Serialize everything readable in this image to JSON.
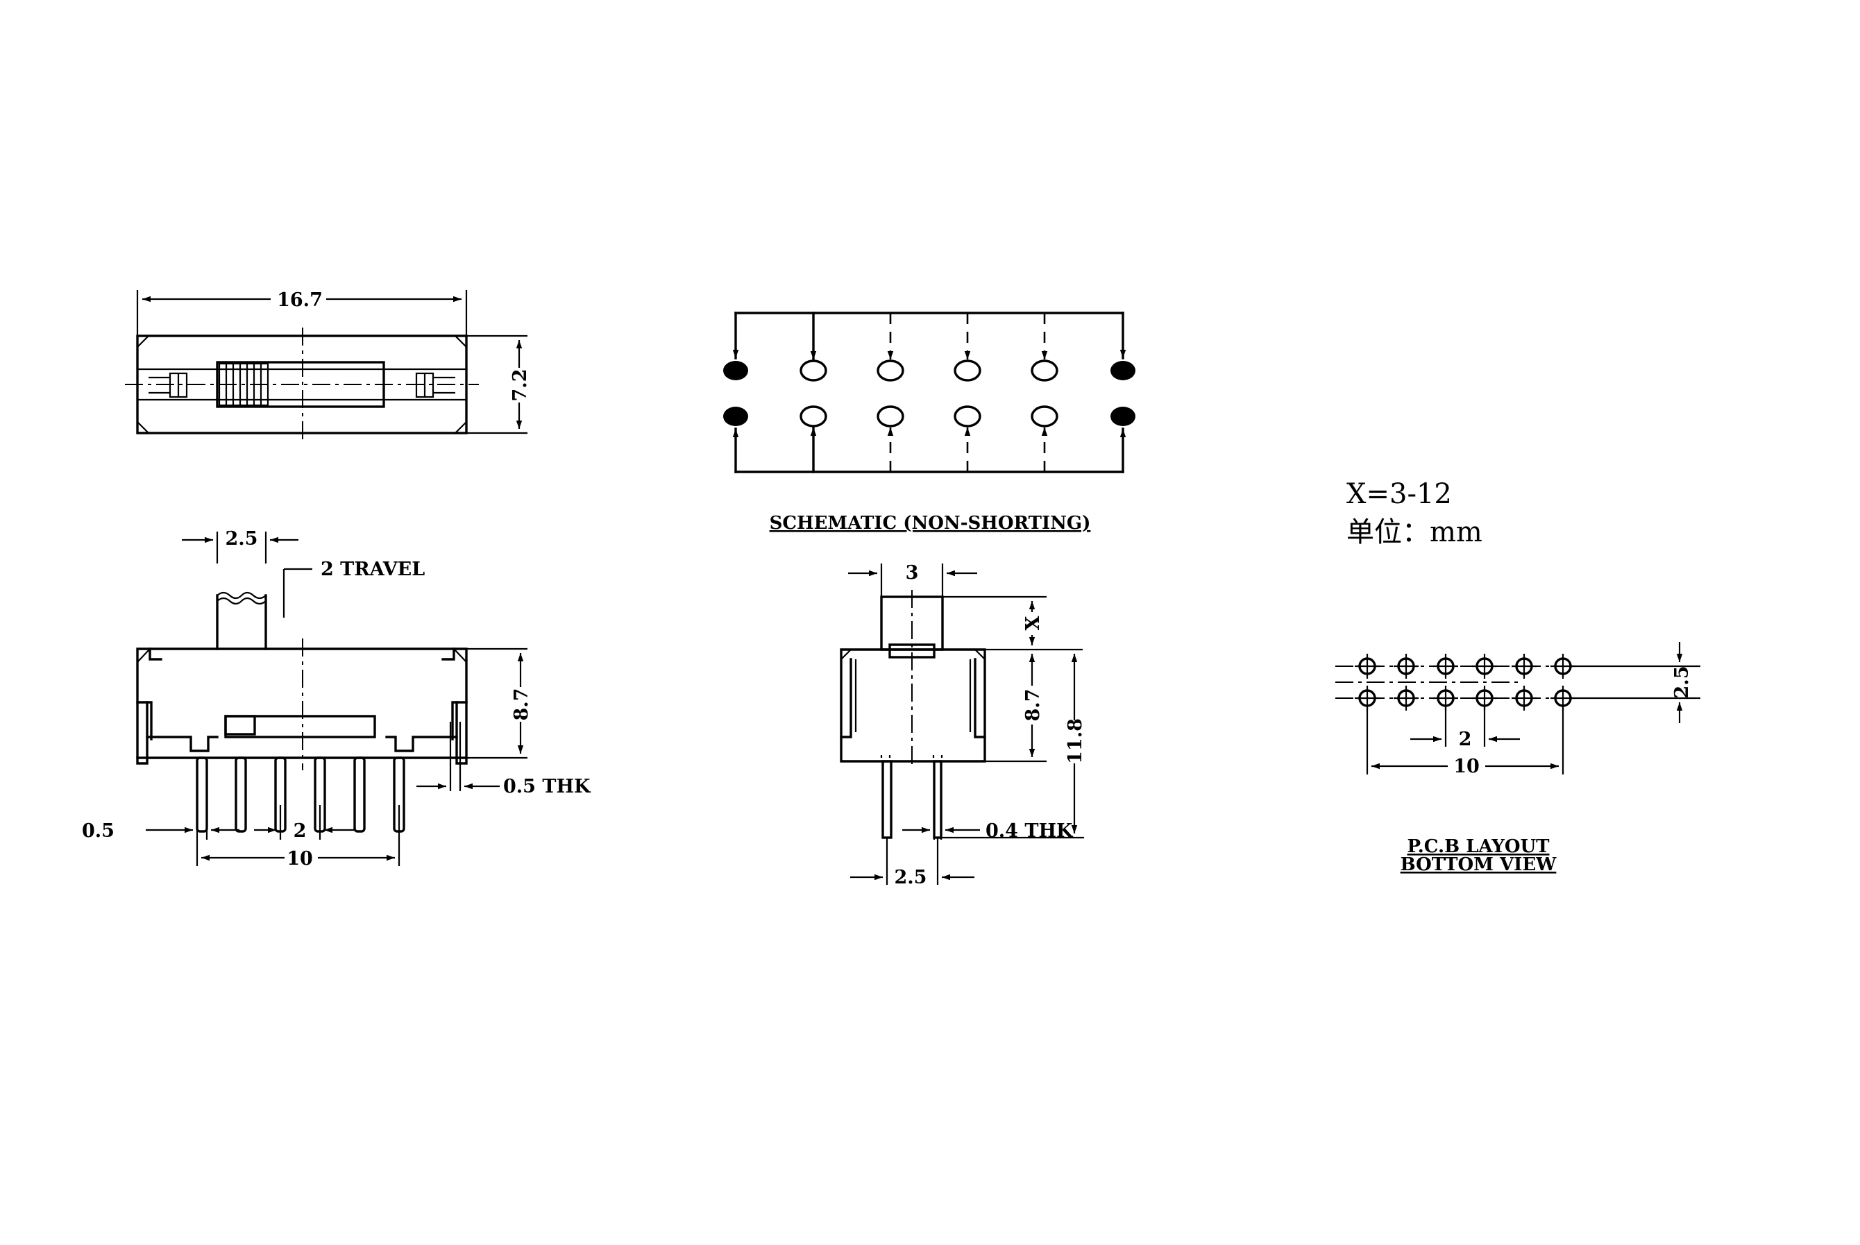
{
  "top_view": {
    "width_label": "16.7",
    "height_label": "7.2"
  },
  "side_view": {
    "actuator_width_label": "2.5",
    "travel_label": "2 TRAVEL",
    "height_label": "8.7",
    "pin_thickness_label": "0.5 THK",
    "pin_width_label": "0.5",
    "pitch_label": "2",
    "span_label": "10"
  },
  "schematic": {
    "caption": "SCHEMATIC (NON-SHORTING)"
  },
  "end_view": {
    "actuator_width_label": "3",
    "x_label": "X",
    "body_height_label": "8.7",
    "total_height_label": "11.8",
    "pin_thickness_label": "0.4 THK",
    "pin_spacing_label": "2.5"
  },
  "notes": {
    "x_range": "X=3-12",
    "unit": "单位：mm"
  },
  "pcb": {
    "row_spacing_label": "2.5",
    "pitch_label": "2",
    "span_label": "10",
    "caption_line1": "P.C.B LAYOUT",
    "caption_line2": "BOTTOM VIEW"
  }
}
